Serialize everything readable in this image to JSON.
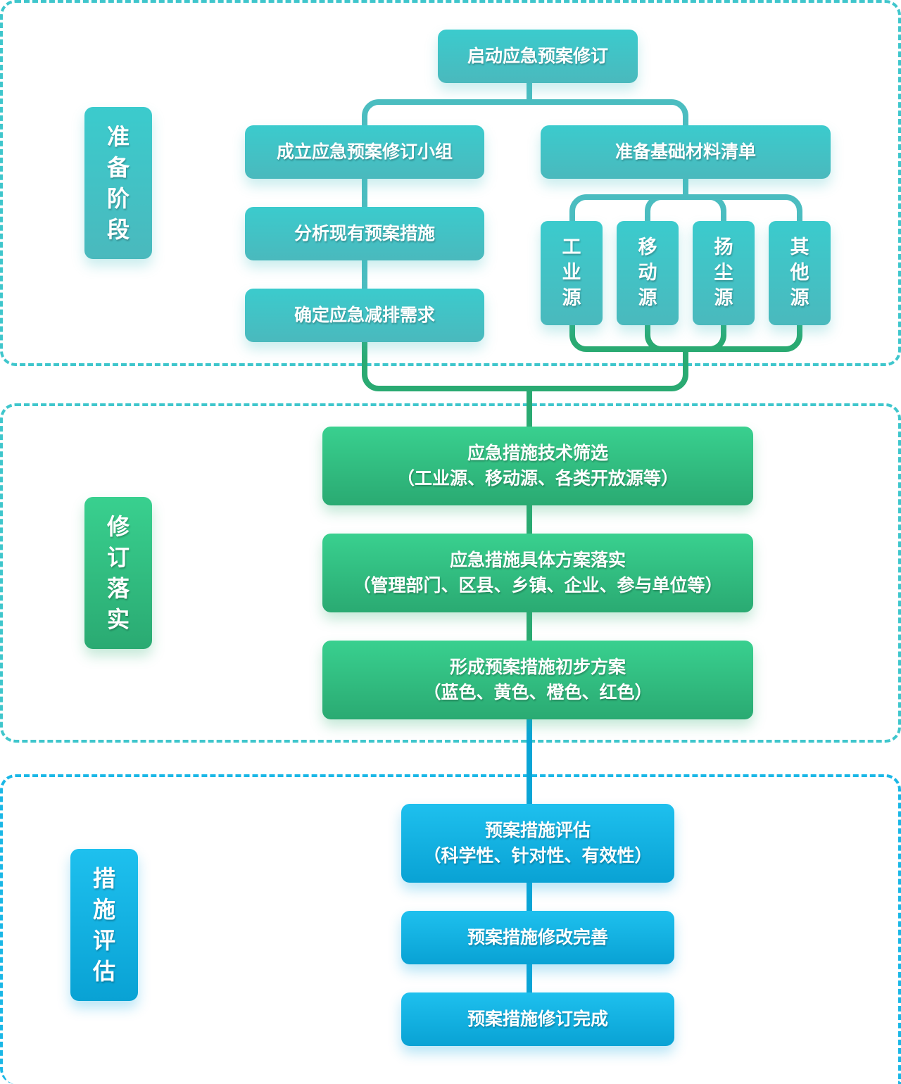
{
  "phases": [
    {
      "label": "准备阶段",
      "chars": [
        "准",
        "备",
        "阶",
        "段"
      ],
      "color": "#3bcbcd"
    },
    {
      "label": "修订落实",
      "chars": [
        "修",
        "订",
        "落",
        "实"
      ],
      "color": "#2fbf80"
    },
    {
      "label": "措施评估",
      "chars": [
        "措",
        "施",
        "评",
        "估"
      ],
      "color": "#12b2e3"
    }
  ],
  "prep": {
    "start": "启动应急预案修订",
    "left_branch": [
      "成立应急预案修订小组",
      "分析现有预案措施",
      "确定应急减排需求"
    ],
    "right_branch": "准备基础材料清单",
    "sources": [
      {
        "label": "工业源",
        "chars": [
          "工",
          "业",
          "源"
        ]
      },
      {
        "label": "移动源",
        "chars": [
          "移",
          "动",
          "源"
        ]
      },
      {
        "label": "扬尘源",
        "chars": [
          "扬",
          "尘",
          "源"
        ]
      },
      {
        "label": "其他源",
        "chars": [
          "其",
          "他",
          "源"
        ]
      }
    ]
  },
  "implement": [
    {
      "title": "应急措施技术筛选",
      "detail": "（工业源、移动源、各类开放源等）"
    },
    {
      "title": "应急措施具体方案落实",
      "detail": "（管理部门、区县、乡镇、企业、参与单位等）"
    },
    {
      "title": "形成预案措施初步方案",
      "detail": "（蓝色、黄色、橙色、红色）"
    }
  ],
  "evaluate": [
    {
      "title": "预案措施评估",
      "detail": "（科学性、针对性、有效性）"
    },
    {
      "title": "预案措施修改完善",
      "detail": ""
    },
    {
      "title": "预案措施修订完成",
      "detail": ""
    }
  ],
  "colors": {
    "teal": "#3bcbcd",
    "teal_line": "#4bbdc0",
    "green": "#2fbf80",
    "green_line": "#2aaa72",
    "blue": "#12b2e3",
    "blue_line": "#0aa5d6"
  }
}
